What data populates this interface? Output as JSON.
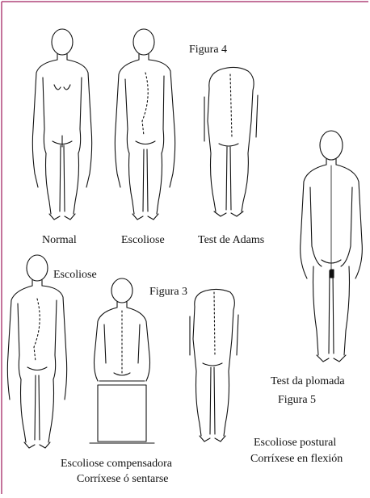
{
  "figures": {
    "figura4": "Figura 4",
    "figura3": "Figura 3",
    "figura5": "Figura 5"
  },
  "captions": {
    "normal": "Normal",
    "escoliose_top": "Escoliose",
    "test_adams": "Test de Adams",
    "escoliose_mid": "Escoliose",
    "test_plomada": "Test da plomada",
    "compensadora_line1": "Escoliose compensadora",
    "compensadora_line2": "Corríxese ó sentarse",
    "postural_line1": "Escoliose postural",
    "postural_line2": "Corríxese en flexión"
  },
  "colors": {
    "border": "#b0457a",
    "ink": "#111111"
  }
}
